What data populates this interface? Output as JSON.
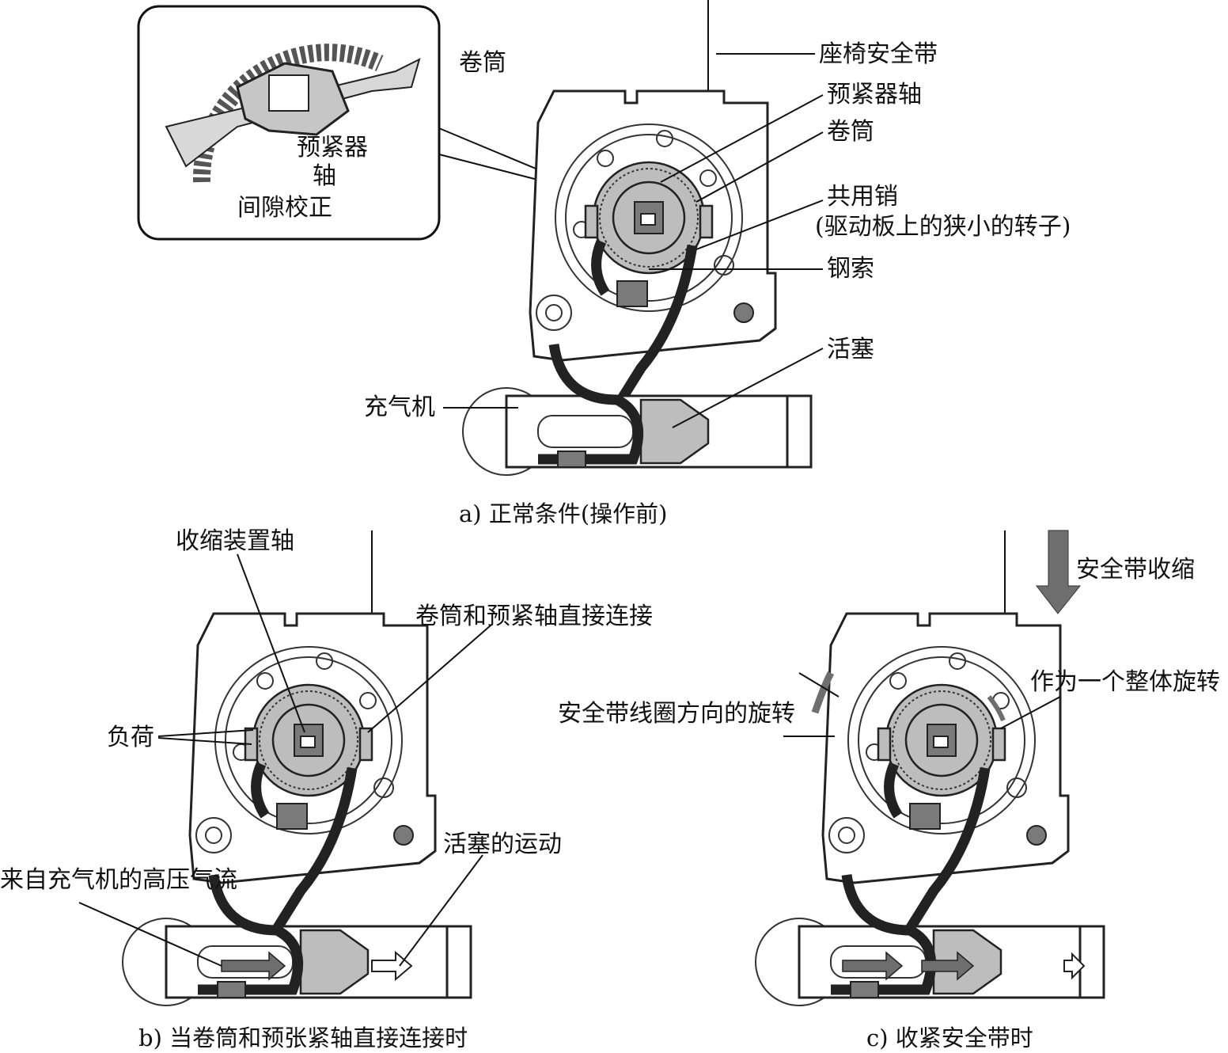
{
  "inset": {
    "labels": {
      "spool": "卷筒",
      "pretensioner_shaft_1": "预紧器",
      "pretensioner_shaft_2": "轴",
      "gap_correction": "间隙校正"
    }
  },
  "panel_a": {
    "labels": {
      "seat_belt": "座椅安全带",
      "pretensioner_shaft": "预紧器轴",
      "spool": "卷筒",
      "shared_pin_1": "共用销",
      "shared_pin_2": "(驱动板上的狭小的转子)",
      "steel_cable": "钢索",
      "piston": "活塞",
      "inflator": "充气机"
    },
    "caption": "a) 正常条件(操作前)"
  },
  "panel_b": {
    "labels": {
      "retractor_shaft": "收缩装置轴",
      "direct_connection": "卷筒和预紧轴直接连接",
      "load": "负荷",
      "piston_motion": "活塞的运动",
      "high_pressure_gas": "来自充气机的高压气流"
    },
    "caption": "b) 当卷筒和预张紧轴直接连接时"
  },
  "panel_c": {
    "labels": {
      "belt_retraction": "安全带收缩",
      "rotate_as_unit": "作为一个整体旋转",
      "belt_wind_rotation": "安全带线圈方向的旋转"
    },
    "caption": "c) 收紧安全带时"
  },
  "colors": {
    "line": "#111111",
    "fill_grey": "#bdbdbd",
    "fill_dark": "#7a7a7a",
    "arrow_grey": "#6e6e6e"
  }
}
